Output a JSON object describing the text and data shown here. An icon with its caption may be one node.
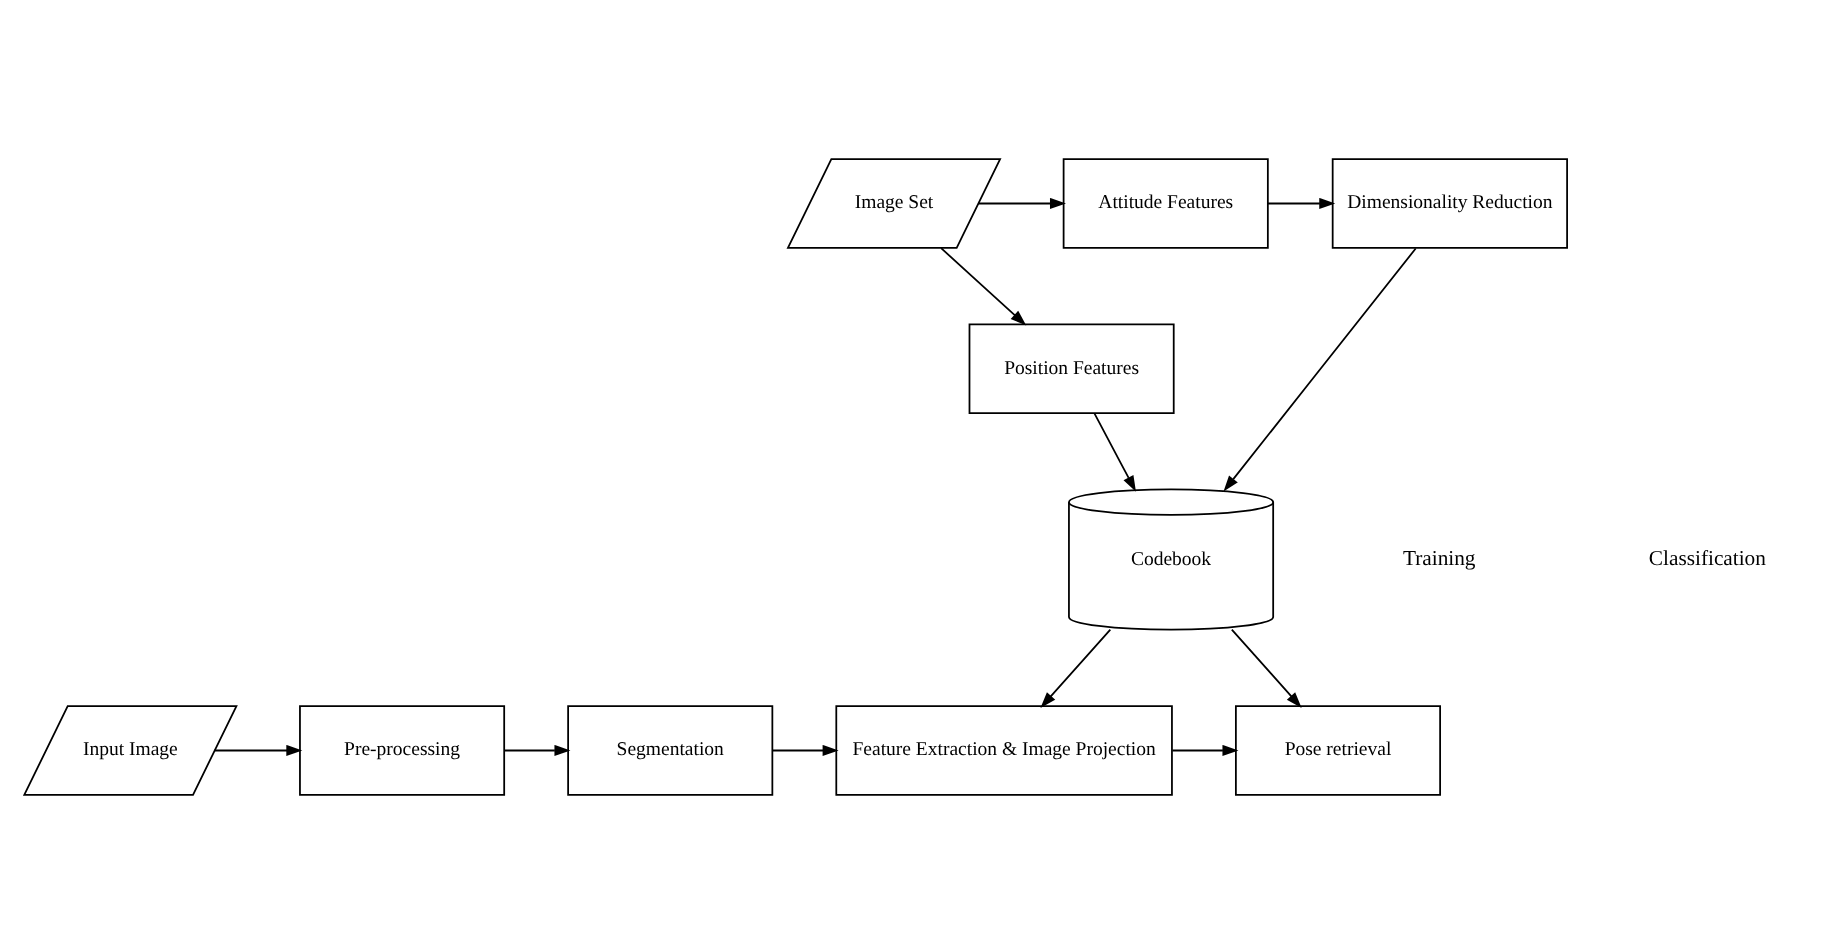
{
  "diagram": {
    "nodes": [
      {
        "text": [
          "Image Set"
        ]
      },
      {
        "text": [
          "Attitude Features"
        ]
      },
      {
        "text": [
          "Dimensionality Reduction"
        ]
      },
      {
        "text": [
          "Position Features"
        ]
      },
      {
        "text": [
          "Codebook"
        ]
      },
      {
        "text": [
          "Input Image"
        ]
      },
      {
        "text": [
          "Pre-processing"
        ]
      },
      {
        "text": [
          "Segmentation"
        ]
      },
      {
        "text": [
          "Feature Extraction & Image Projection"
        ]
      },
      {
        "text": [
          "Pose retrieval"
        ]
      }
    ],
    "edges": [
      {
        "from": 0,
        "to": 1,
        "arrow": "to"
      },
      {
        "from": 0,
        "to": 3,
        "arrow": "to"
      },
      {
        "from": 1,
        "to": 2,
        "arrow": "to"
      },
      {
        "from": 2,
        "to": 4,
        "arrow": "to"
      },
      {
        "from": 3,
        "to": 4,
        "arrow": "to"
      },
      {
        "from": 4,
        "to": 8,
        "arrow": "to"
      },
      {
        "from": 4,
        "to": 9,
        "arrow": "to"
      },
      {
        "from": 5,
        "to": 6,
        "arrow": "to"
      },
      {
        "from": 6,
        "to": 7,
        "arrow": "to"
      },
      {
        "from": 7,
        "to": 8,
        "arrow": "to"
      },
      {
        "from": 8,
        "to": 9,
        "arrow": "to"
      }
    ],
    "labels": [
      "Training",
      "Classification"
    ]
  }
}
